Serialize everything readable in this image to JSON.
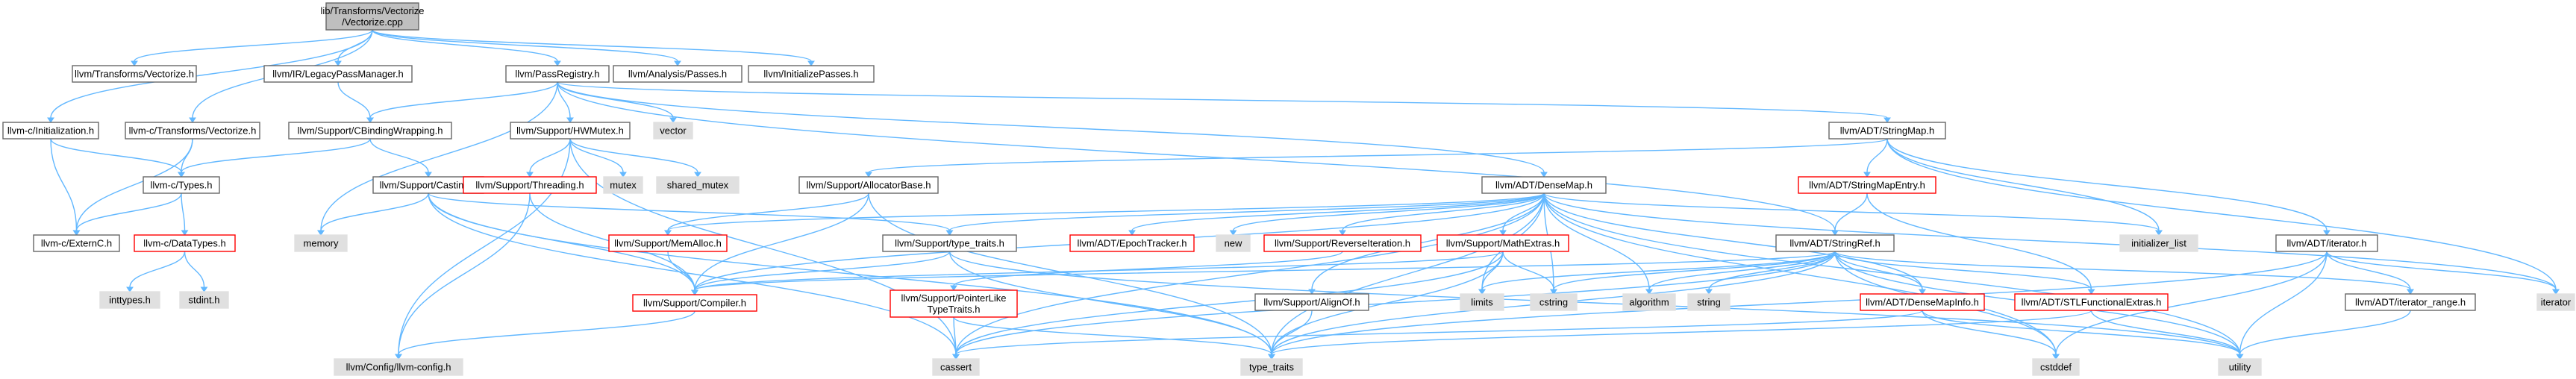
{
  "graph_title": "lib/Transforms/Vectorize/Vectorize.cpp",
  "colors": {
    "edge": "#63b8ff",
    "root_fill": "#bfbfbf",
    "node_border": "#666666",
    "red_border": "#ff0000",
    "system_fill": "#e0e0e0"
  },
  "nodes": [
    {
      "id": "root",
      "lines": [
        "lib/Transforms/Vectorize",
        "/Vectorize.cpp"
      ],
      "kind": "root"
    },
    {
      "id": "vec_h",
      "lines": [
        "llvm/Transforms/Vectorize.h"
      ],
      "kind": "normal"
    },
    {
      "id": "legacy",
      "lines": [
        "llvm/IR/LegacyPassManager.h"
      ],
      "kind": "normal"
    },
    {
      "id": "passreg",
      "lines": [
        "llvm/PassRegistry.h"
      ],
      "kind": "normal"
    },
    {
      "id": "analysis",
      "lines": [
        "llvm/Analysis/Passes.h"
      ],
      "kind": "normal"
    },
    {
      "id": "initpasses",
      "lines": [
        "llvm/InitializePasses.h"
      ],
      "kind": "normal"
    },
    {
      "id": "c_init",
      "lines": [
        "llvm-c/Initialization.h"
      ],
      "kind": "normal"
    },
    {
      "id": "c_vec",
      "lines": [
        "llvm-c/Transforms/Vectorize.h"
      ],
      "kind": "normal"
    },
    {
      "id": "cbinding",
      "lines": [
        "llvm/Support/CBindingWrapping.h"
      ],
      "kind": "normal"
    },
    {
      "id": "hwmutex",
      "lines": [
        "llvm/Support/HWMutex.h"
      ],
      "kind": "normal"
    },
    {
      "id": "vector",
      "lines": [
        "vector"
      ],
      "kind": "std"
    },
    {
      "id": "stringmap",
      "lines": [
        "llvm/ADT/StringMap.h"
      ],
      "kind": "normal"
    },
    {
      "id": "c_types",
      "lines": [
        "llvm-c/Types.h"
      ],
      "kind": "normal"
    },
    {
      "id": "casting",
      "lines": [
        "llvm/Support/Casting.h"
      ],
      "kind": "normal"
    },
    {
      "id": "threading",
      "lines": [
        "llvm/Support/Threading.h"
      ],
      "kind": "red"
    },
    {
      "id": "mutex",
      "lines": [
        "mutex"
      ],
      "kind": "std"
    },
    {
      "id": "shared_mutex",
      "lines": [
        "shared_mutex"
      ],
      "kind": "std"
    },
    {
      "id": "allocbase",
      "lines": [
        "llvm/Support/AllocatorBase.h"
      ],
      "kind": "normal"
    },
    {
      "id": "densemap",
      "lines": [
        "llvm/ADT/DenseMap.h"
      ],
      "kind": "normal"
    },
    {
      "id": "strmapentry",
      "lines": [
        "llvm/ADT/StringMapEntry.h"
      ],
      "kind": "red"
    },
    {
      "id": "c_externc",
      "lines": [
        "llvm-c/ExternC.h"
      ],
      "kind": "normal"
    },
    {
      "id": "c_datatypes",
      "lines": [
        "llvm-c/DataTypes.h"
      ],
      "kind": "red"
    },
    {
      "id": "memory",
      "lines": [
        "memory"
      ],
      "kind": "std"
    },
    {
      "id": "memalloc",
      "lines": [
        "llvm/Support/MemAlloc.h"
      ],
      "kind": "red"
    },
    {
      "id": "typetraits_h",
      "lines": [
        "llvm/Support/type_traits.h"
      ],
      "kind": "normal"
    },
    {
      "id": "epoch",
      "lines": [
        "llvm/ADT/EpochTracker.h"
      ],
      "kind": "red"
    },
    {
      "id": "new",
      "lines": [
        "new"
      ],
      "kind": "std"
    },
    {
      "id": "reverseiter",
      "lines": [
        "llvm/Support/ReverseIteration.h"
      ],
      "kind": "red"
    },
    {
      "id": "mathextras",
      "lines": [
        "llvm/Support/MathExtras.h"
      ],
      "kind": "red"
    },
    {
      "id": "stringref",
      "lines": [
        "llvm/ADT/StringRef.h"
      ],
      "kind": "normal"
    },
    {
      "id": "initlist",
      "lines": [
        "initializer_list"
      ],
      "kind": "std"
    },
    {
      "id": "iterator_h",
      "lines": [
        "llvm/ADT/iterator.h"
      ],
      "kind": "normal"
    },
    {
      "id": "inttypes",
      "lines": [
        "inttypes.h"
      ],
      "kind": "std"
    },
    {
      "id": "stdint",
      "lines": [
        "stdint.h"
      ],
      "kind": "std"
    },
    {
      "id": "compiler",
      "lines": [
        "llvm/Support/Compiler.h"
      ],
      "kind": "red"
    },
    {
      "id": "pointerlike",
      "lines": [
        "llvm/Support/PointerLike",
        "TypeTraits.h"
      ],
      "kind": "red"
    },
    {
      "id": "alignof",
      "lines": [
        "llvm/Support/AlignOf.h"
      ],
      "kind": "normal"
    },
    {
      "id": "limits",
      "lines": [
        "limits"
      ],
      "kind": "std"
    },
    {
      "id": "cstring",
      "lines": [
        "cstring"
      ],
      "kind": "std"
    },
    {
      "id": "algorithm",
      "lines": [
        "algorithm"
      ],
      "kind": "std"
    },
    {
      "id": "string",
      "lines": [
        "string"
      ],
      "kind": "std"
    },
    {
      "id": "densemapinfo",
      "lines": [
        "llvm/ADT/DenseMapInfo.h"
      ],
      "kind": "red"
    },
    {
      "id": "stlfunc",
      "lines": [
        "llvm/ADT/STLFunctionalExtras.h"
      ],
      "kind": "red"
    },
    {
      "id": "iterrange",
      "lines": [
        "llvm/ADT/iterator_range.h"
      ],
      "kind": "normal"
    },
    {
      "id": "iterator",
      "lines": [
        "iterator"
      ],
      "kind": "std"
    },
    {
      "id": "llvmconfig",
      "lines": [
        "llvm/Config/llvm-config.h"
      ],
      "kind": "std"
    },
    {
      "id": "cassert",
      "lines": [
        "cassert"
      ],
      "kind": "std"
    },
    {
      "id": "type_traits",
      "lines": [
        "type_traits"
      ],
      "kind": "std"
    },
    {
      "id": "cstddef",
      "lines": [
        "cstddef"
      ],
      "kind": "std"
    },
    {
      "id": "utility",
      "lines": [
        "utility"
      ],
      "kind": "std"
    }
  ],
  "edges": [
    [
      "root",
      "vec_h"
    ],
    [
      "root",
      "legacy"
    ],
    [
      "root",
      "passreg"
    ],
    [
      "root",
      "analysis"
    ],
    [
      "root",
      "initpasses"
    ],
    [
      "root",
      "c_init"
    ],
    [
      "root",
      "c_vec"
    ],
    [
      "c_init",
      "c_types"
    ],
    [
      "c_init",
      "c_externc"
    ],
    [
      "c_vec",
      "c_types"
    ],
    [
      "c_vec",
      "c_externc"
    ],
    [
      "legacy",
      "cbinding"
    ],
    [
      "passreg",
      "cbinding"
    ],
    [
      "passreg",
      "hwmutex"
    ],
    [
      "passreg",
      "vector"
    ],
    [
      "passreg",
      "stringmap"
    ],
    [
      "passreg",
      "densemap"
    ],
    [
      "passreg",
      "stringref"
    ],
    [
      "passreg",
      "memory"
    ],
    [
      "cbinding",
      "c_types"
    ],
    [
      "cbinding",
      "casting"
    ],
    [
      "c_types",
      "c_datatypes"
    ],
    [
      "c_types",
      "c_externc"
    ],
    [
      "c_datatypes",
      "inttypes"
    ],
    [
      "c_datatypes",
      "stdint"
    ],
    [
      "hwmutex",
      "threading"
    ],
    [
      "hwmutex",
      "mutex"
    ],
    [
      "hwmutex",
      "shared_mutex"
    ],
    [
      "hwmutex",
      "llvmconfig"
    ],
    [
      "hwmutex",
      "cassert"
    ],
    [
      "threading",
      "compiler"
    ],
    [
      "threading",
      "llvmconfig"
    ],
    [
      "casting",
      "memory"
    ],
    [
      "casting",
      "compiler"
    ],
    [
      "casting",
      "typetraits_h"
    ],
    [
      "casting",
      "cassert"
    ],
    [
      "casting",
      "type_traits"
    ],
    [
      "stringmap",
      "allocbase"
    ],
    [
      "stringmap",
      "strmapentry"
    ],
    [
      "stringmap",
      "iterator_h"
    ],
    [
      "stringmap",
      "initlist"
    ],
    [
      "stringmap",
      "iterator"
    ],
    [
      "allocbase",
      "memalloc"
    ],
    [
      "allocbase",
      "compiler"
    ],
    [
      "allocbase",
      "type_traits"
    ],
    [
      "strmapentry",
      "stringref"
    ],
    [
      "strmapentry",
      "stlfunc"
    ],
    [
      "densemap",
      "epoch"
    ],
    [
      "densemap",
      "typetraits_h"
    ],
    [
      "densemap",
      "memalloc"
    ],
    [
      "densemap",
      "new"
    ],
    [
      "densemap",
      "reverseiter"
    ],
    [
      "densemap",
      "mathextras"
    ],
    [
      "densemap",
      "densemapinfo"
    ],
    [
      "densemap",
      "alignof"
    ],
    [
      "densemap",
      "compiler"
    ],
    [
      "densemap",
      "algorithm"
    ],
    [
      "densemap",
      "cassert"
    ],
    [
      "densemap",
      "cstddef"
    ],
    [
      "densemap",
      "cstring"
    ],
    [
      "densemap",
      "initlist"
    ],
    [
      "densemap",
      "iterator"
    ],
    [
      "densemap",
      "limits"
    ],
    [
      "densemap",
      "type_traits"
    ],
    [
      "densemap",
      "utility"
    ],
    [
      "memalloc",
      "compiler"
    ],
    [
      "typetraits_h",
      "compiler"
    ],
    [
      "typetraits_h",
      "type_traits"
    ],
    [
      "typetraits_h",
      "utility"
    ],
    [
      "reverseiter",
      "pointerlike"
    ],
    [
      "pointerlike",
      "cassert"
    ],
    [
      "pointerlike",
      "type_traits"
    ],
    [
      "mathextras",
      "compiler"
    ],
    [
      "mathextras",
      "cassert"
    ],
    [
      "mathextras",
      "cstring"
    ],
    [
      "mathextras",
      "limits"
    ],
    [
      "mathextras",
      "type_traits"
    ],
    [
      "alignof",
      "type_traits"
    ],
    [
      "stringref",
      "densemapinfo"
    ],
    [
      "stringref",
      "stlfunc"
    ],
    [
      "stringref",
      "iterrange"
    ],
    [
      "stringref",
      "compiler"
    ],
    [
      "stringref",
      "algorithm"
    ],
    [
      "stringref",
      "cassert"
    ],
    [
      "stringref",
      "cstddef"
    ],
    [
      "stringref",
      "cstring"
    ],
    [
      "stringref",
      "limits"
    ],
    [
      "stringref",
      "string"
    ],
    [
      "stringref",
      "type_traits"
    ],
    [
      "stringref",
      "utility"
    ],
    [
      "densemapinfo",
      "cassert"
    ],
    [
      "densemapinfo",
      "cstddef"
    ],
    [
      "densemapinfo",
      "utility"
    ],
    [
      "stlfunc",
      "type_traits"
    ],
    [
      "stlfunc",
      "utility"
    ],
    [
      "iterator_h",
      "iterrange"
    ],
    [
      "iterator_h",
      "cstddef"
    ],
    [
      "iterator_h",
      "iterator"
    ],
    [
      "iterator_h",
      "type_traits"
    ],
    [
      "iterator_h",
      "utility"
    ],
    [
      "iterrange",
      "utility"
    ],
    [
      "compiler",
      "llvmconfig"
    ]
  ]
}
